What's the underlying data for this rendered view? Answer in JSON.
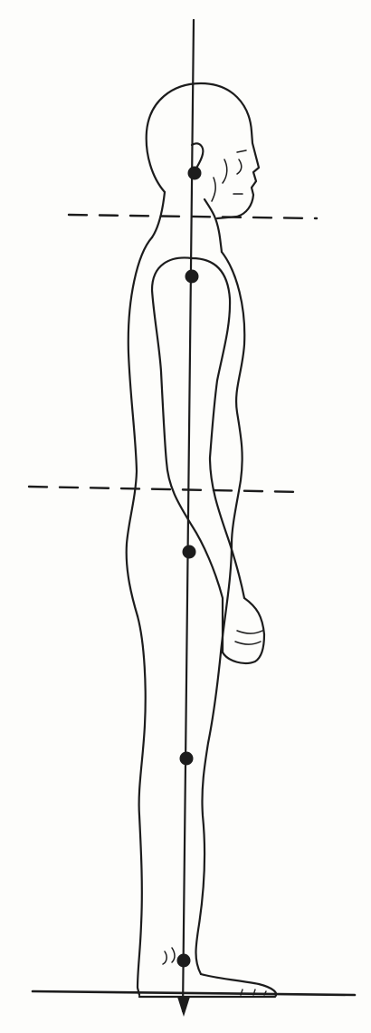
{
  "figure": {
    "description": "",
    "colors": {
      "ink": "#1c1c1c",
      "paper": "#fdfdfb"
    },
    "markers": [
      {
        "name": "ear-marker"
      },
      {
        "name": "shoulder-marker"
      },
      {
        "name": "hip-marker"
      },
      {
        "name": "knee-marker"
      },
      {
        "name": "ankle-marker"
      }
    ]
  }
}
